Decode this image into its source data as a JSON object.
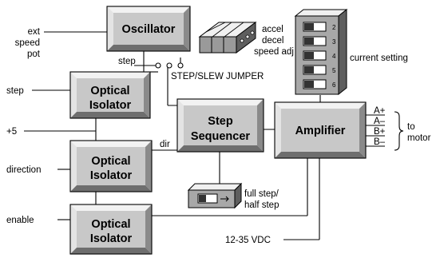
{
  "blocks": {
    "oscillator": "Oscillator",
    "optical_isolator_1": [
      "Optical",
      "Isolator"
    ],
    "optical_isolator_2": [
      "Optical",
      "Isolator"
    ],
    "optical_isolator_3": [
      "Optical",
      "Isolator"
    ],
    "step_sequencer": [
      "Step",
      "Sequencer"
    ],
    "amplifier": "Amplifier"
  },
  "labels": {
    "ext_speed_pot": [
      "ext",
      "speed",
      "pot"
    ],
    "step_input": "step",
    "plus5": "+5",
    "direction": "direction",
    "enable": "enable",
    "step_wire": "step",
    "step_slew_jumper": "STEP/SLEW JUMPER",
    "dir_wire": "dir",
    "accel_decel": [
      "accel",
      "decel",
      "speed adj"
    ],
    "current_setting": "current setting",
    "full_half_step": [
      "full step/",
      "half step"
    ],
    "supply": "12-35 VDC",
    "to_motor": [
      "to",
      "motor"
    ],
    "phases": [
      "A+",
      "A–",
      "B+",
      "B–"
    ],
    "dip_numbers": [
      "2",
      "3",
      "4",
      "5",
      "6"
    ]
  },
  "colors": {
    "block_face": "#c8c8c8",
    "block_top": "#f2f2f2",
    "block_dark": "#6e6e6e",
    "line": "#000000"
  }
}
